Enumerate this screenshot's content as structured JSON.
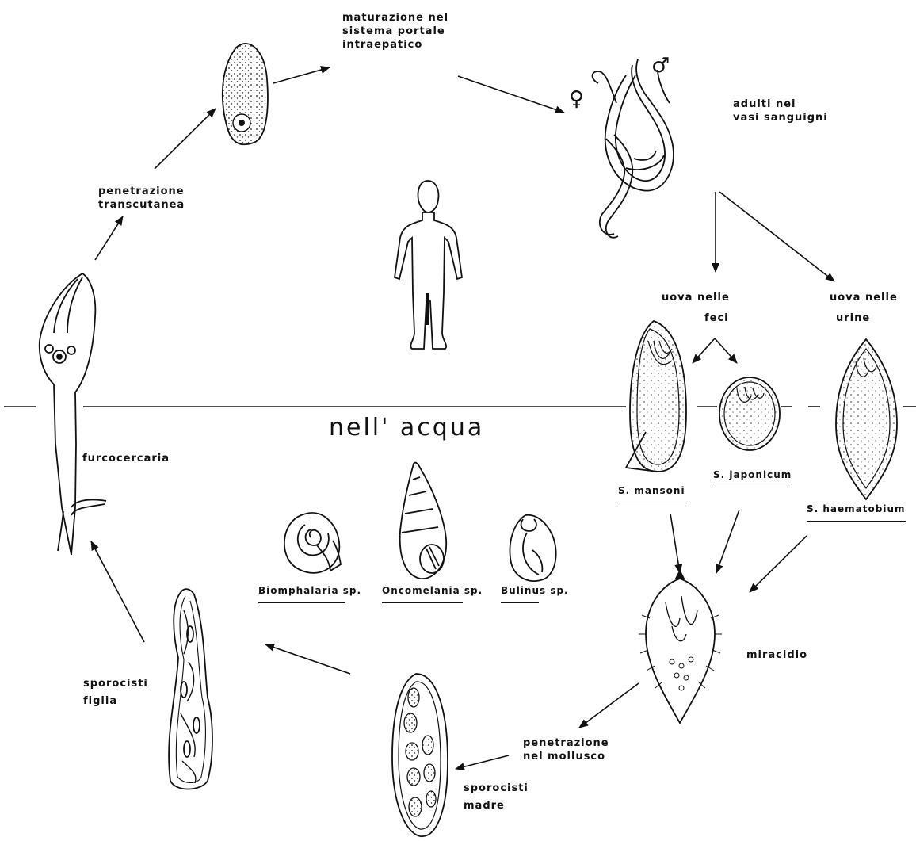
{
  "labels": {
    "maturazione": [
      "maturazione nel",
      "sistema portale",
      "intraepatico"
    ],
    "adulti": [
      "adulti nei",
      "vasi sanguigni"
    ],
    "penetrazione_cute": [
      "penetrazione",
      "transcutanea"
    ],
    "uova_feci": [
      "uova nelle",
      "feci"
    ],
    "uova_urine": [
      "uova nelle",
      "urine"
    ],
    "acqua": "nell' acqua",
    "furcocercaria": "furcocercaria",
    "miracidio": "miracidio",
    "penetrazione_mollusco": [
      "penetrazione",
      "nel mollusco"
    ],
    "sporocisti_figlia": [
      "sporocisti",
      "figlia"
    ],
    "sporocisti_madre": [
      "sporocisti",
      "madre"
    ]
  },
  "species": {
    "mansoni": "S. mansoni",
    "japonicum": "S. japonicum",
    "haematobium": "S. haematobium"
  },
  "snails": {
    "biomphalaria": "Biomphalaria sp.",
    "oncomelania": "Oncomelania sp.",
    "bulinus": "Bulinus sp."
  },
  "symbols": {
    "male": "♂",
    "female": "♀"
  }
}
